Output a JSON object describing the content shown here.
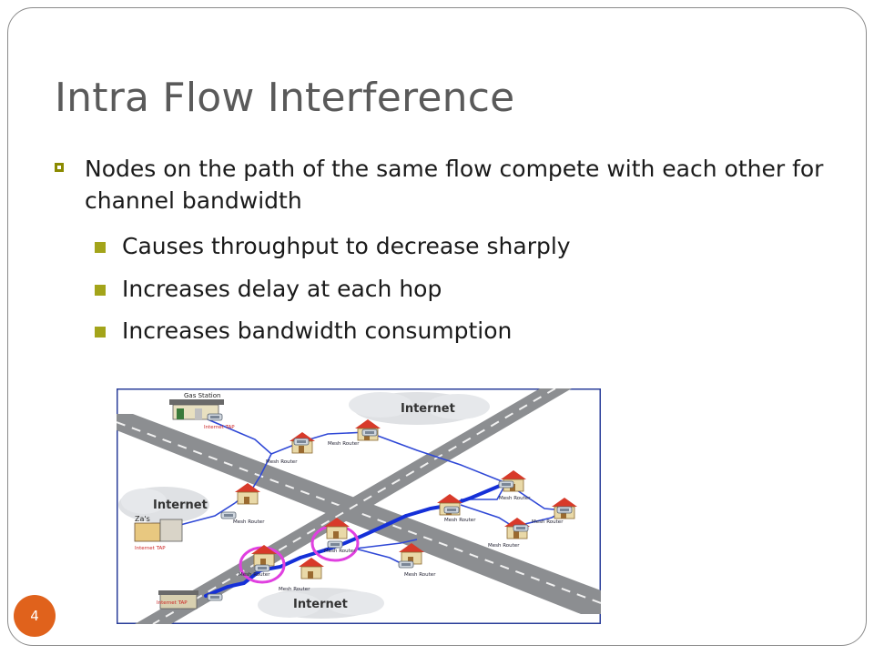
{
  "slide": {
    "title": "Intra Flow Interference",
    "bullet": "Nodes on the path of the same flow compete with each other for channel bandwidth",
    "sub_bullets": [
      "Causes throughput to decrease sharply",
      "Increases delay at each hop",
      "Increases bandwidth consumption"
    ],
    "page_number": "4"
  },
  "diagram": {
    "labels": {
      "gas_station": "Gas Station",
      "internet_top": "Internet",
      "internet_left": "Internet",
      "internet_bottom": "Internet",
      "zas": "Za's",
      "internet_tap": "Internet TAP",
      "mesh_router": "Mesh Router"
    }
  },
  "colors": {
    "title": "#5a5a5a",
    "bullet_marker": "#8b8a00",
    "sub_marker": "#a3a41a",
    "page_badge": "#e0621c",
    "flow_line": "#1530d8",
    "interference_ring": "#e040e0"
  }
}
